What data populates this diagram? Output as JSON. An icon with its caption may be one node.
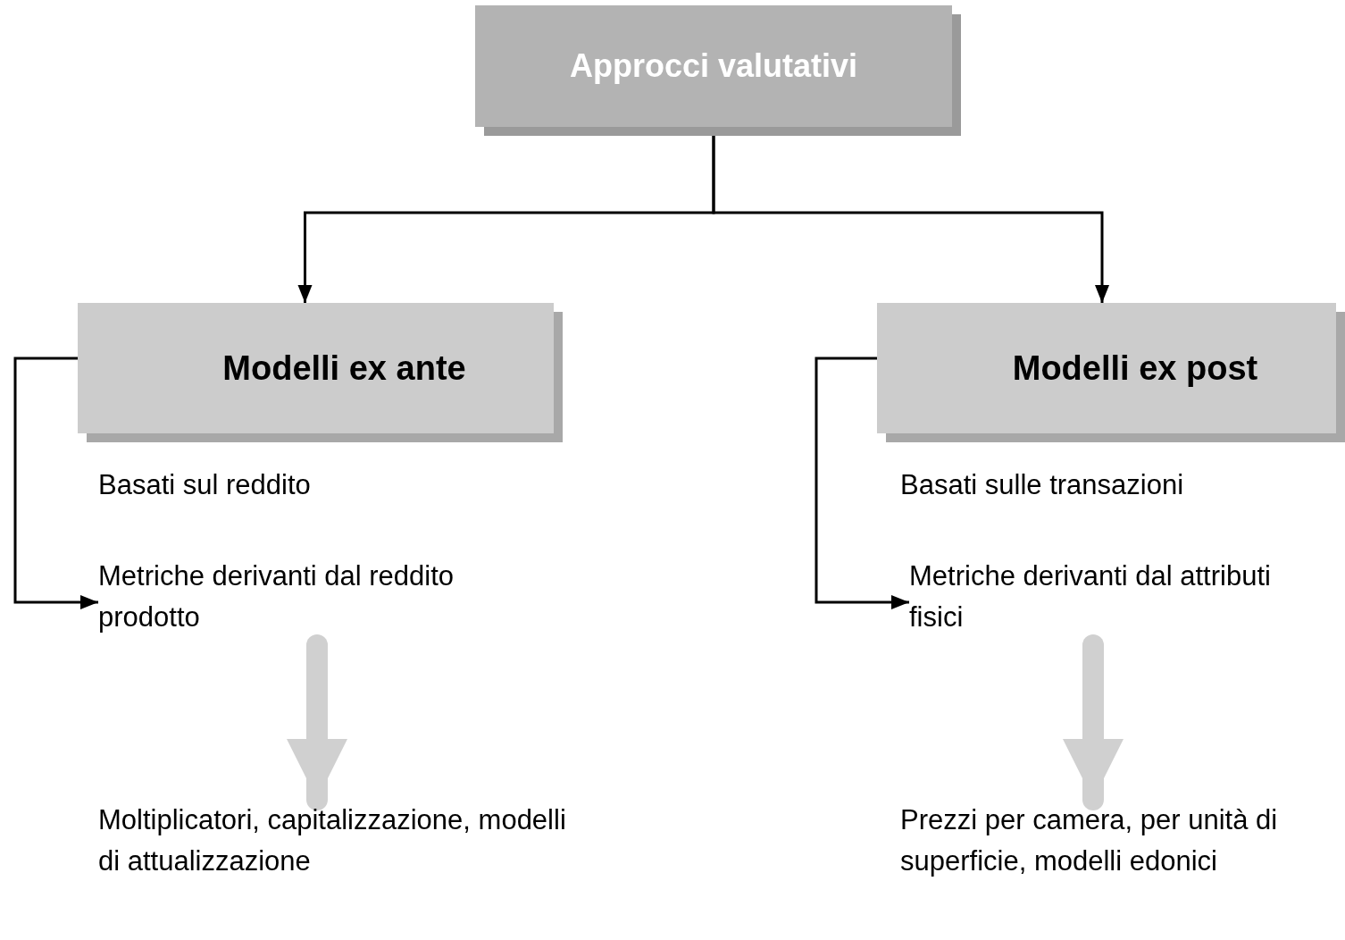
{
  "diagram": {
    "nodes": [
      {
        "text": [
          "Approcci valutativi"
        ]
      },
      {
        "text": [
          "Modelli ex ante"
        ]
      },
      {
        "text": [
          "Modelli ex post"
        ]
      },
      {
        "text": [
          "Basati sul reddito"
        ]
      },
      {
        "text": [
          "Metriche derivanti dal reddito prodotto"
        ]
      },
      {
        "text": [
          "Moltiplicatori, capitalizzazione, modelli di attualizzazione"
        ]
      },
      {
        "text": [
          "Basati sulle transazioni"
        ]
      },
      {
        "text": [
          "Metriche derivanti dal attributi fisici"
        ]
      },
      {
        "text": [
          "Prezzi per camera, per unità di superficie, modelli edonici"
        ]
      }
    ],
    "edges": [
      {
        "from": 0,
        "to": 1,
        "arrow": "to"
      },
      {
        "from": 0,
        "to": 2,
        "arrow": "to"
      },
      {
        "from": 1,
        "to": 4,
        "arrow": "to"
      },
      {
        "from": 2,
        "to": 7,
        "arrow": "to"
      },
      {
        "from": 4,
        "to": 5,
        "arrow": "to",
        "style": "thick",
        "color": "#d0d0d0"
      },
      {
        "from": 7,
        "to": 8,
        "arrow": "to",
        "style": "thick",
        "color": "#d0d0d0"
      }
    ]
  }
}
